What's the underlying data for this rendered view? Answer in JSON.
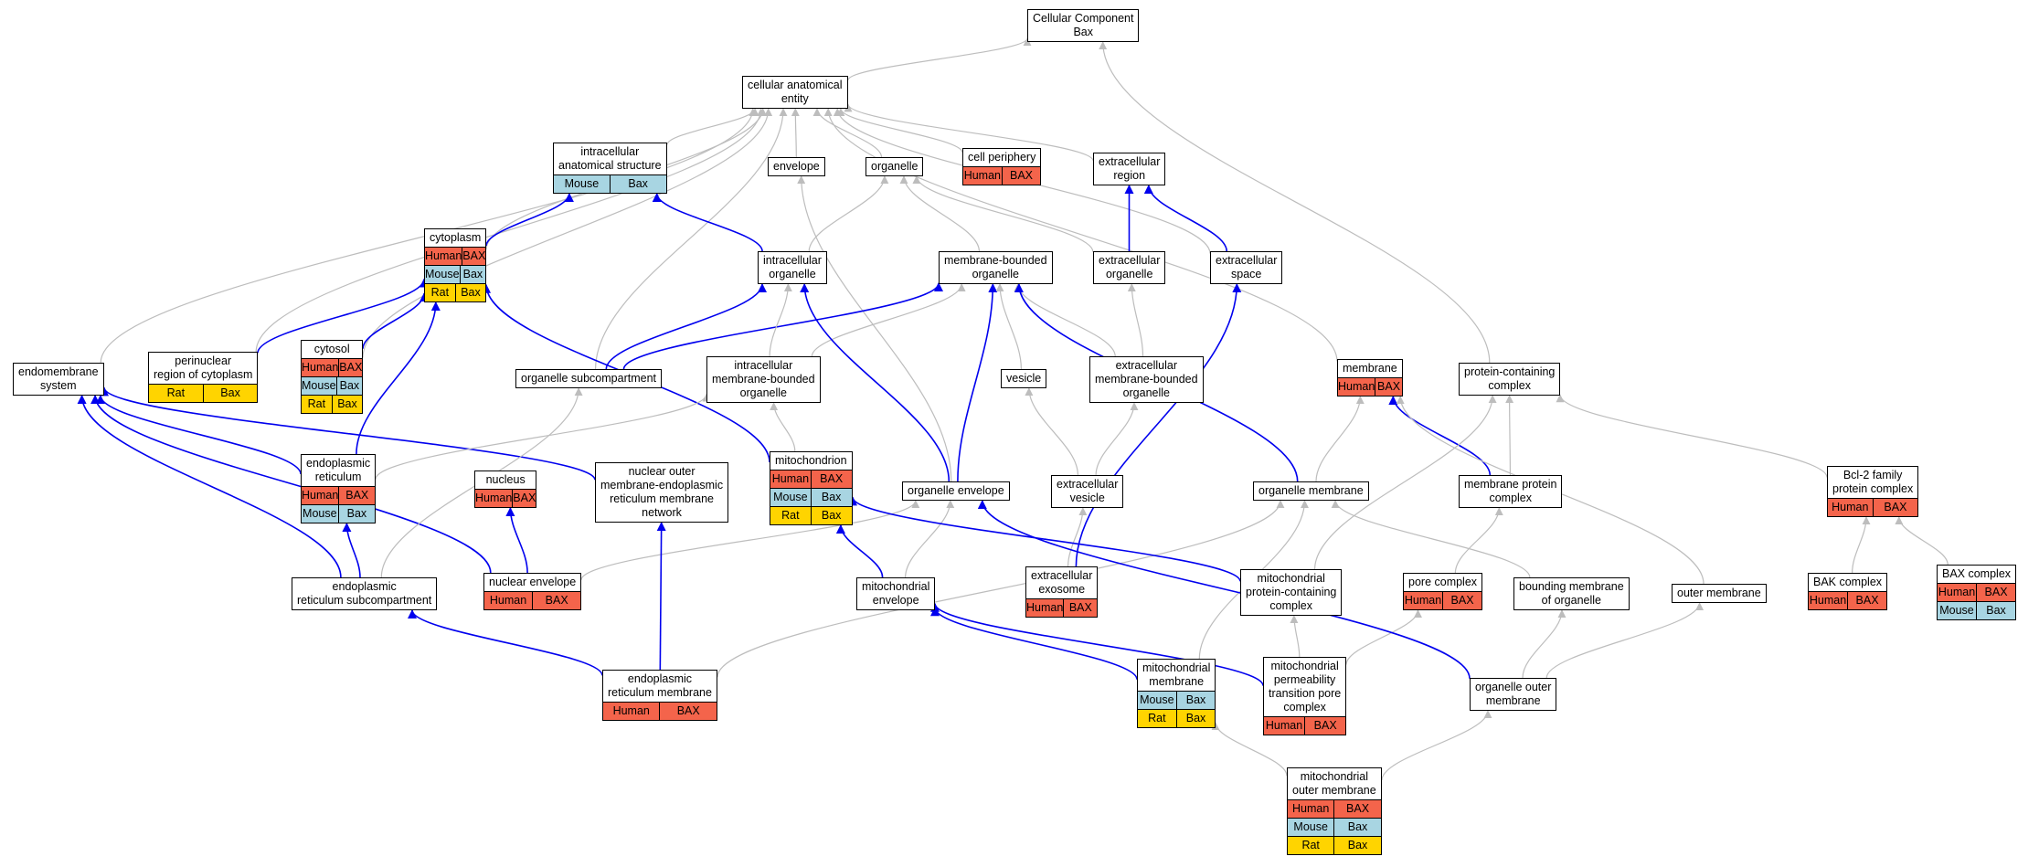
{
  "colors": {
    "edge_is_a": "#bdbdbd",
    "edge_part_of": "#0000ee",
    "Human": "#f4644b",
    "Mouse": "#a8d5e2",
    "Rat": "#ffd400"
  },
  "nodes": [
    {
      "id": "root",
      "lines": [
        "Cellular Component",
        "Bax"
      ],
      "ann": []
    },
    {
      "id": "cae",
      "lines": [
        "cellular anatomical",
        "entity"
      ],
      "ann": []
    },
    {
      "id": "ias",
      "lines": [
        "intracellular",
        "anatomical structure"
      ],
      "ann": [
        [
          "Mouse",
          "Bax"
        ]
      ]
    },
    {
      "id": "envelope",
      "lines": [
        "envelope"
      ],
      "ann": []
    },
    {
      "id": "organelle",
      "lines": [
        "organelle"
      ],
      "ann": []
    },
    {
      "id": "cellper",
      "lines": [
        "cell periphery"
      ],
      "ann": [
        [
          "Human",
          "BAX"
        ]
      ]
    },
    {
      "id": "exreg",
      "lines": [
        "extracellular",
        "region"
      ],
      "ann": []
    },
    {
      "id": "cytoplasm",
      "lines": [
        "cytoplasm"
      ],
      "ann": [
        [
          "Human",
          "BAX"
        ],
        [
          "Mouse",
          "Bax"
        ],
        [
          "Rat",
          "Bax"
        ]
      ]
    },
    {
      "id": "intorg",
      "lines": [
        "intracellular",
        "organelle"
      ],
      "ann": []
    },
    {
      "id": "mbo",
      "lines": [
        "membrane-bounded",
        "organelle"
      ],
      "ann": []
    },
    {
      "id": "exorg",
      "lines": [
        "extracellular",
        "organelle"
      ],
      "ann": []
    },
    {
      "id": "exspace",
      "lines": [
        "extracellular",
        "space"
      ],
      "ann": []
    },
    {
      "id": "ems",
      "lines": [
        "endomembrane",
        "system"
      ],
      "ann": []
    },
    {
      "id": "peri",
      "lines": [
        "perinuclear",
        "region of cytoplasm"
      ],
      "ann": [
        [
          "Rat",
          "Bax"
        ]
      ]
    },
    {
      "id": "cytosol",
      "lines": [
        "cytosol"
      ],
      "ann": [
        [
          "Human",
          "BAX"
        ],
        [
          "Mouse",
          "Bax"
        ],
        [
          "Rat",
          "Bax"
        ]
      ]
    },
    {
      "id": "orgsub",
      "lines": [
        "organelle subcompartment"
      ],
      "ann": []
    },
    {
      "id": "imbo",
      "lines": [
        "intracellular",
        "membrane-bounded",
        "organelle"
      ],
      "ann": []
    },
    {
      "id": "vesicle",
      "lines": [
        "vesicle"
      ],
      "ann": []
    },
    {
      "id": "exmbo",
      "lines": [
        "extracellular",
        "membrane-bounded",
        "organelle"
      ],
      "ann": []
    },
    {
      "id": "membrane",
      "lines": [
        "membrane"
      ],
      "ann": [
        [
          "Human",
          "BAX"
        ]
      ]
    },
    {
      "id": "pcc",
      "lines": [
        "protein-containing",
        "complex"
      ],
      "ann": []
    },
    {
      "id": "er",
      "lines": [
        "endoplasmic",
        "reticulum"
      ],
      "ann": [
        [
          "Human",
          "BAX"
        ],
        [
          "Mouse",
          "Bax"
        ]
      ]
    },
    {
      "id": "nucleus",
      "lines": [
        "nucleus"
      ],
      "ann": [
        [
          "Human",
          "BAX"
        ]
      ]
    },
    {
      "id": "nomer",
      "lines": [
        "nuclear outer",
        "membrane-endoplasmic",
        "reticulum membrane",
        "network"
      ],
      "ann": []
    },
    {
      "id": "mito",
      "lines": [
        "mitochondrion"
      ],
      "ann": [
        [
          "Human",
          "BAX"
        ],
        [
          "Mouse",
          "Bax"
        ],
        [
          "Rat",
          "Bax"
        ]
      ]
    },
    {
      "id": "orgenv",
      "lines": [
        "organelle envelope"
      ],
      "ann": []
    },
    {
      "id": "exves",
      "lines": [
        "extracellular",
        "vesicle"
      ],
      "ann": []
    },
    {
      "id": "orgmem",
      "lines": [
        "organelle membrane"
      ],
      "ann": []
    },
    {
      "id": "mpc",
      "lines": [
        "membrane protein",
        "complex"
      ],
      "ann": []
    },
    {
      "id": "bcl2",
      "lines": [
        "Bcl-2 family",
        "protein complex"
      ],
      "ann": [
        [
          "Human",
          "BAX"
        ]
      ]
    },
    {
      "id": "nucenv",
      "lines": [
        "nuclear envelope"
      ],
      "ann": [
        [
          "Human",
          "BAX"
        ]
      ]
    },
    {
      "id": "ersub",
      "lines": [
        "endoplasmic",
        "reticulum subcompartment"
      ],
      "ann": []
    },
    {
      "id": "mitoenv",
      "lines": [
        "mitochondrial",
        "envelope"
      ],
      "ann": []
    },
    {
      "id": "exo",
      "lines": [
        "extracellular",
        "exosome"
      ],
      "ann": [
        [
          "Human",
          "BAX"
        ]
      ]
    },
    {
      "id": "mpcc",
      "lines": [
        "mitochondrial",
        "protein-containing",
        "complex"
      ],
      "ann": []
    },
    {
      "id": "pore",
      "lines": [
        "pore complex"
      ],
      "ann": [
        [
          "Human",
          "BAX"
        ]
      ]
    },
    {
      "id": "bmo",
      "lines": [
        "bounding membrane",
        "of organelle"
      ],
      "ann": []
    },
    {
      "id": "outer",
      "lines": [
        "outer membrane"
      ],
      "ann": []
    },
    {
      "id": "bak",
      "lines": [
        "BAK complex"
      ],
      "ann": [
        [
          "Human",
          "BAX"
        ]
      ]
    },
    {
      "id": "baxc",
      "lines": [
        "BAX complex"
      ],
      "ann": [
        [
          "Human",
          "BAX"
        ],
        [
          "Mouse",
          "Bax"
        ]
      ]
    },
    {
      "id": "ermem",
      "lines": [
        "endoplasmic",
        "reticulum membrane"
      ],
      "ann": [
        [
          "Human",
          "BAX"
        ]
      ]
    },
    {
      "id": "mitomem",
      "lines": [
        "mitochondrial",
        "membrane"
      ],
      "ann": [
        [
          "Mouse",
          "Bax"
        ],
        [
          "Rat",
          "Bax"
        ]
      ]
    },
    {
      "id": "mptp",
      "lines": [
        "mitochondrial",
        "permeability",
        "transition pore",
        "complex"
      ],
      "ann": [
        [
          "Human",
          "BAX"
        ]
      ]
    },
    {
      "id": "oom",
      "lines": [
        "organelle outer",
        "membrane"
      ],
      "ann": []
    },
    {
      "id": "mom",
      "lines": [
        "mitochondrial",
        "outer membrane"
      ],
      "ann": [
        [
          "Human",
          "BAX"
        ],
        [
          "Mouse",
          "Bax"
        ],
        [
          "Rat",
          "Bax"
        ]
      ]
    }
  ],
  "edges": [
    {
      "from": "cae",
      "to": "root",
      "type": "is_a"
    },
    {
      "from": "pcc",
      "to": "root",
      "type": "is_a"
    },
    {
      "from": "ias",
      "to": "cae",
      "type": "is_a"
    },
    {
      "from": "envelope",
      "to": "cae",
      "type": "is_a"
    },
    {
      "from": "organelle",
      "to": "cae",
      "type": "is_a"
    },
    {
      "from": "cellper",
      "to": "cae",
      "type": "is_a"
    },
    {
      "from": "exreg",
      "to": "cae",
      "type": "is_a"
    },
    {
      "from": "exspace",
      "to": "cae",
      "type": "is_a"
    },
    {
      "from": "cytoplasm",
      "to": "cae",
      "type": "is_a"
    },
    {
      "from": "peri",
      "to": "cae",
      "type": "is_a"
    },
    {
      "from": "cytosol",
      "to": "cae",
      "type": "is_a"
    },
    {
      "from": "ems",
      "to": "cae",
      "type": "is_a"
    },
    {
      "from": "orgsub",
      "to": "cae",
      "type": "is_a"
    },
    {
      "from": "membrane",
      "to": "cae",
      "type": "is_a"
    },
    {
      "from": "cytoplasm",
      "to": "ias",
      "type": "part_of"
    },
    {
      "from": "intorg",
      "to": "ias",
      "type": "part_of"
    },
    {
      "from": "intorg",
      "to": "organelle",
      "type": "is_a"
    },
    {
      "from": "mbo",
      "to": "organelle",
      "type": "is_a"
    },
    {
      "from": "exorg",
      "to": "organelle",
      "type": "is_a"
    },
    {
      "from": "exorg",
      "to": "exreg",
      "type": "part_of"
    },
    {
      "from": "exspace",
      "to": "exreg",
      "type": "part_of"
    },
    {
      "from": "orgenv",
      "to": "envelope",
      "type": "is_a"
    },
    {
      "from": "peri",
      "to": "cytoplasm",
      "type": "part_of"
    },
    {
      "from": "cytosol",
      "to": "cytoplasm",
      "type": "part_of"
    },
    {
      "from": "er",
      "to": "cytoplasm",
      "type": "part_of"
    },
    {
      "from": "mito",
      "to": "cytoplasm",
      "type": "part_of"
    },
    {
      "from": "orgsub",
      "to": "intorg",
      "type": "part_of"
    },
    {
      "from": "orgsub",
      "to": "mbo",
      "type": "part_of"
    },
    {
      "from": "imbo",
      "to": "intorg",
      "type": "is_a"
    },
    {
      "from": "imbo",
      "to": "mbo",
      "type": "is_a"
    },
    {
      "from": "orgenv",
      "to": "intorg",
      "type": "part_of"
    },
    {
      "from": "orgenv",
      "to": "mbo",
      "type": "part_of"
    },
    {
      "from": "vesicle",
      "to": "mbo",
      "type": "is_a"
    },
    {
      "from": "exmbo",
      "to": "mbo",
      "type": "is_a"
    },
    {
      "from": "exmbo",
      "to": "exorg",
      "type": "is_a"
    },
    {
      "from": "orgmem",
      "to": "mbo",
      "type": "part_of"
    },
    {
      "from": "exves",
      "to": "vesicle",
      "type": "is_a"
    },
    {
      "from": "exves",
      "to": "exmbo",
      "type": "is_a"
    },
    {
      "from": "exo",
      "to": "exves",
      "type": "is_a"
    },
    {
      "from": "exo",
      "to": "exspace",
      "type": "part_of"
    },
    {
      "from": "er",
      "to": "ems",
      "type": "part_of"
    },
    {
      "from": "nucenv",
      "to": "ems",
      "type": "part_of"
    },
    {
      "from": "nomer",
      "to": "ems",
      "type": "part_of"
    },
    {
      "from": "ersub",
      "to": "ems",
      "type": "part_of"
    },
    {
      "from": "er",
      "to": "imbo",
      "type": "is_a"
    },
    {
      "from": "mito",
      "to": "imbo",
      "type": "is_a"
    },
    {
      "from": "ersub",
      "to": "orgsub",
      "type": "is_a"
    },
    {
      "from": "nucenv",
      "to": "nucleus",
      "type": "part_of"
    },
    {
      "from": "nucenv",
      "to": "orgenv",
      "type": "is_a"
    },
    {
      "from": "ersub",
      "to": "er",
      "type": "part_of"
    },
    {
      "from": "ermem",
      "to": "ersub",
      "type": "part_of"
    },
    {
      "from": "ermem",
      "to": "nomer",
      "type": "part_of"
    },
    {
      "from": "ermem",
      "to": "orgmem",
      "type": "is_a"
    },
    {
      "from": "mitoenv",
      "to": "mito",
      "type": "part_of"
    },
    {
      "from": "mitoenv",
      "to": "orgenv",
      "type": "is_a"
    },
    {
      "from": "mpcc",
      "to": "mito",
      "type": "part_of"
    },
    {
      "from": "mitomem",
      "to": "mitoenv",
      "type": "part_of"
    },
    {
      "from": "mitomem",
      "to": "orgmem",
      "type": "is_a"
    },
    {
      "from": "orgmem",
      "to": "membrane",
      "type": "is_a"
    },
    {
      "from": "mpc",
      "to": "membrane",
      "type": "part_of"
    },
    {
      "from": "mpc",
      "to": "pcc",
      "type": "is_a"
    },
    {
      "from": "mpcc",
      "to": "pcc",
      "type": "is_a"
    },
    {
      "from": "bcl2",
      "to": "pcc",
      "type": "is_a"
    },
    {
      "from": "outer",
      "to": "membrane",
      "type": "is_a"
    },
    {
      "from": "bmo",
      "to": "orgmem",
      "type": "is_a"
    },
    {
      "from": "pore",
      "to": "mpc",
      "type": "is_a"
    },
    {
      "from": "bak",
      "to": "bcl2",
      "type": "is_a"
    },
    {
      "from": "baxc",
      "to": "bcl2",
      "type": "is_a"
    },
    {
      "from": "mptp",
      "to": "mpcc",
      "type": "is_a"
    },
    {
      "from": "mptp",
      "to": "pore",
      "type": "is_a"
    },
    {
      "from": "mptp",
      "to": "mitoenv",
      "type": "part_of"
    },
    {
      "from": "oom",
      "to": "bmo",
      "type": "is_a"
    },
    {
      "from": "oom",
      "to": "outer",
      "type": "is_a"
    },
    {
      "from": "oom",
      "to": "orgenv",
      "type": "part_of"
    },
    {
      "from": "mom",
      "to": "mitomem",
      "type": "is_a"
    },
    {
      "from": "mom",
      "to": "oom",
      "type": "is_a"
    }
  ]
}
